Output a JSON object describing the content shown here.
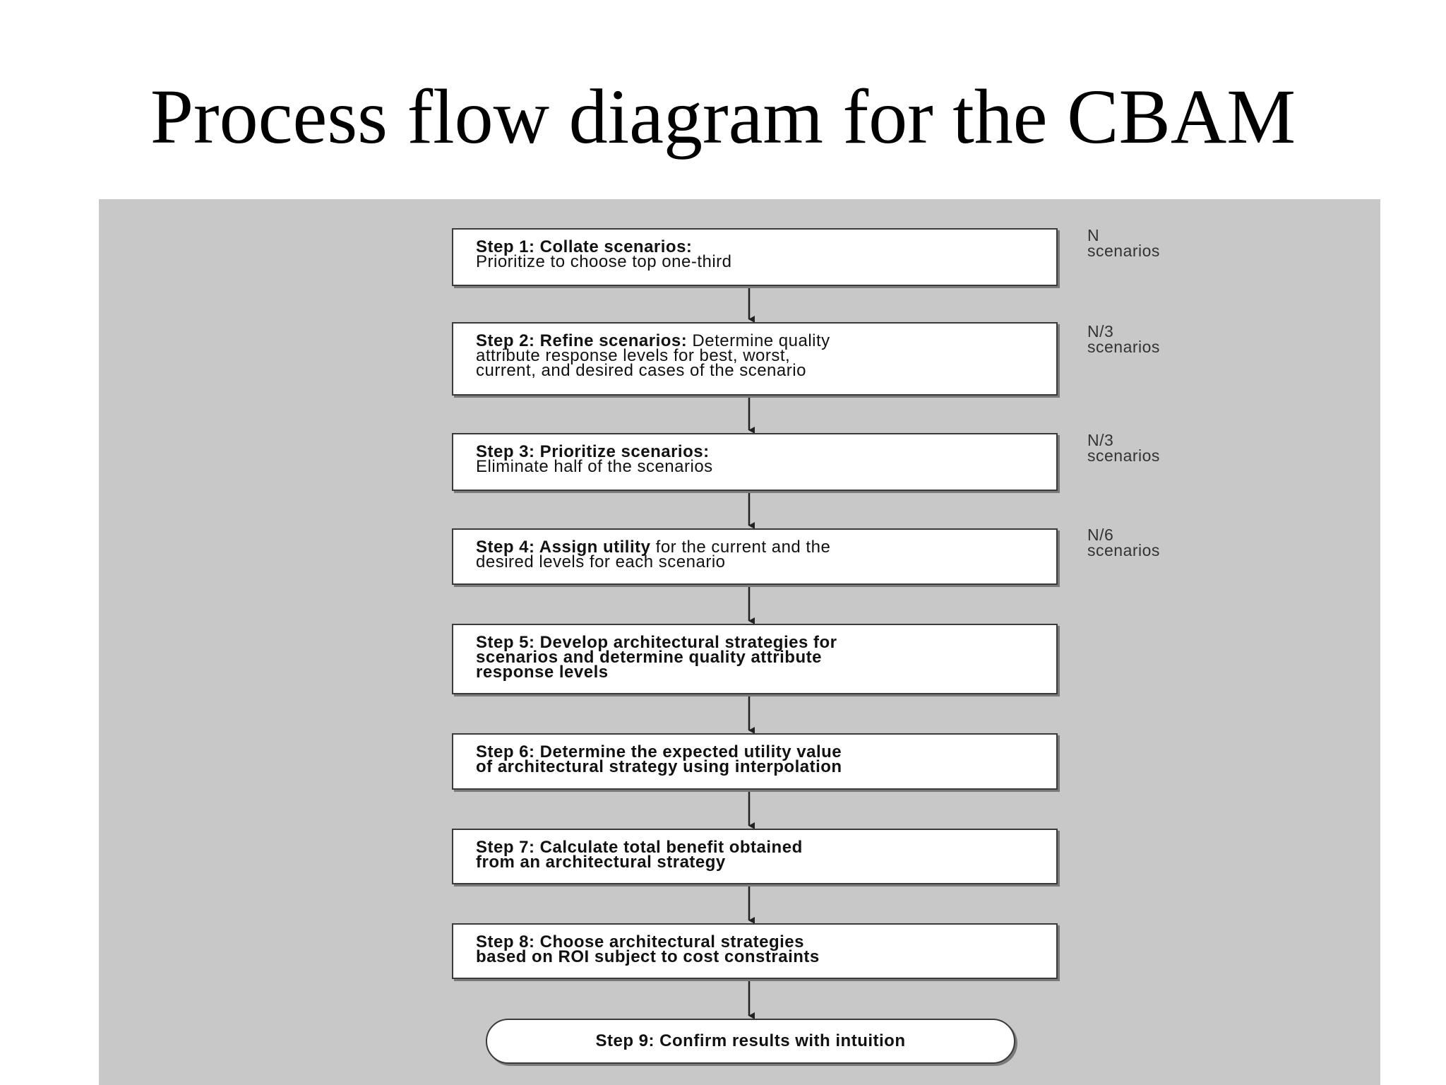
{
  "slide": {
    "title": "Process flow diagram for the CBAM"
  },
  "steps": [
    {
      "lead": "Step 1: Collate scenarios:",
      "rest_lines": [
        "Prioritize to choose top one-third"
      ],
      "count": {
        "value": "N",
        "unit": "scenarios"
      }
    },
    {
      "lead": "Step 2: Refine scenarios:",
      "rest_first": " Determine quality",
      "rest_lines": [
        "attribute response levels for best, worst,",
        "current, and desired cases of the scenario"
      ],
      "count": {
        "value": "N/3",
        "unit": "scenarios"
      }
    },
    {
      "lead": "Step 3: Prioritize scenarios:",
      "rest_lines": [
        "Eliminate half of the scenarios"
      ],
      "count": {
        "value": "N/3",
        "unit": "scenarios"
      }
    },
    {
      "lead": "Step 4: Assign utility",
      "rest_first": " for the current and the",
      "rest_lines": [
        "desired levels for each scenario"
      ],
      "count": {
        "value": "N/6",
        "unit": "scenarios"
      }
    },
    {
      "lead_lines": [
        "Step 5: Develop architectural strategies for",
        "scenarios and determine quality attribute",
        "response levels"
      ]
    },
    {
      "lead_lines": [
        "Step 6: Determine the expected utility value",
        "of architectural strategy using interpolation"
      ]
    },
    {
      "lead_lines": [
        "Step 7: Calculate total benefit obtained",
        "from an architectural strategy"
      ]
    },
    {
      "lead_lines": [
        "Step 8: Choose architectural strategies",
        "based on ROI subject to cost constraints"
      ]
    }
  ],
  "final_step": {
    "label": "Step 9: Confirm results with intuition"
  }
}
